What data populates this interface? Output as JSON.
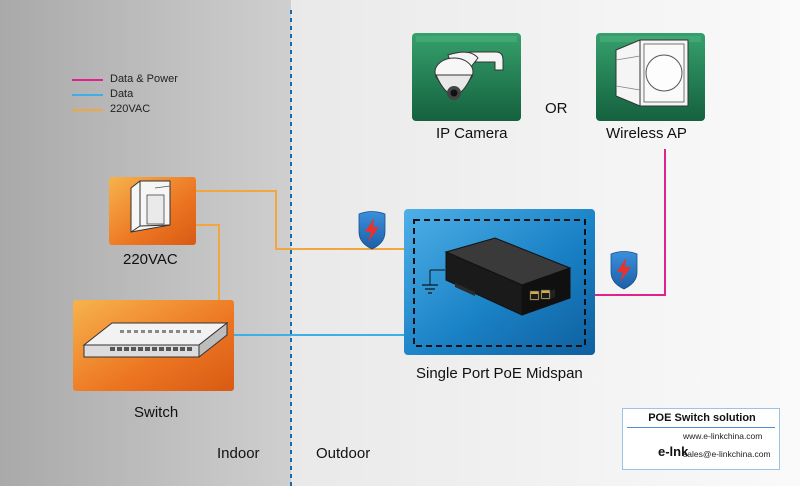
{
  "legend": {
    "items": [
      {
        "label": "Data & Power",
        "color": "#e0238c"
      },
      {
        "label": "Data",
        "color": "#3cb0e6"
      },
      {
        "label": "220VAC",
        "color": "#f2a640"
      }
    ]
  },
  "zones": {
    "indoor": "Indoor",
    "outdoor": "Outdoor"
  },
  "nodes": {
    "ip_camera": "IP Camera",
    "or": "OR",
    "wireless_ap": "Wireless AP",
    "ups": "220VAC",
    "switch": "Switch",
    "midspan": "Single Port PoE Midspan"
  },
  "logo": {
    "title": "POE Switch solution",
    "brand": "e-lnk",
    "website": "www.e-linkchina.com",
    "email": "sales@e-linkchina.com"
  },
  "colors": {
    "indoor_bg": "#b7b7b7",
    "outdoor_bg": "#f2f2f2",
    "green_box": "#1e7f54",
    "orange_box": "#ee7e22",
    "blue_box": "#1c86c8",
    "shield": "#2a77c4",
    "lightning": "#e8322a",
    "divider": "#1a6aa8"
  }
}
